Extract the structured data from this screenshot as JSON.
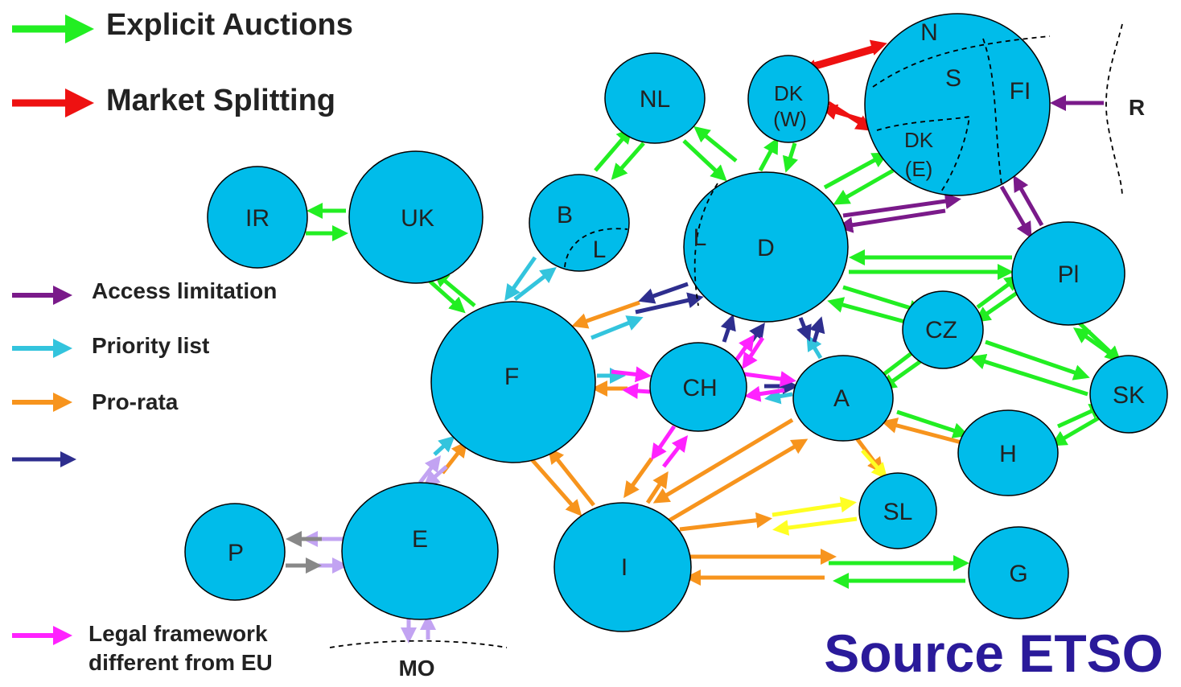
{
  "legend": {
    "explicit_auctions": "Explicit Auctions",
    "market_splitting": "Market Splitting",
    "access_limitation": "Access limitation",
    "priority_list": "Priority list",
    "pro_rata": "Pro-rata",
    "unlabeled": "",
    "legal_framework_line1": "Legal framework",
    "legal_framework_line2": "different from EU"
  },
  "colors": {
    "explicit_auctions": "#22ee22",
    "market_splitting": "#ee1111",
    "access_limitation": "#7a1a8a",
    "priority_list": "#33c4dd",
    "pro_rata": "#f7941d",
    "unlabeled": "#2e2e8e",
    "legal_framework": "#ff22ff",
    "other_lilac": "#c2a3f2",
    "other_grey": "#888888",
    "other_yellow": "#ffff22",
    "node_fill": "#00bcea"
  },
  "nodes": {
    "ir": "IR",
    "uk": "UK",
    "b": "B",
    "b_l": "L",
    "nl": "NL",
    "dk_w": "DK (W)",
    "nordic_n": "N",
    "nordic_s": "S",
    "nordic_fi": "FI",
    "nordic_dk_e": "DK (E)",
    "r": "R",
    "d": "D",
    "d_l": "L",
    "pl": "Pl",
    "cz": "CZ",
    "f": "F",
    "ch": "CH",
    "a": "A",
    "sk": "SK",
    "h": "H",
    "sl": "SL",
    "i": "I",
    "g": "G",
    "e": "E",
    "p": "P",
    "mo": "MO"
  },
  "source": "Source ETSO"
}
